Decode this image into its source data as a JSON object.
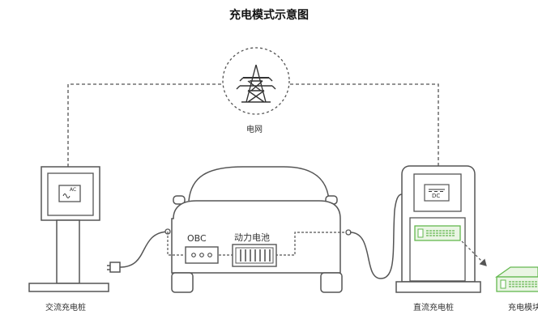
{
  "title": "充电模式示意图",
  "labels": {
    "grid": "电网",
    "ac_pile": "交流充电桩",
    "ac_symbol": "AC",
    "obc": "OBC",
    "battery": "动力电池",
    "dc_symbol": "DC",
    "dc_pile": "直流充电桩",
    "module": "充电模块"
  },
  "colors": {
    "line": "#555555",
    "module_green": "#63b84f",
    "module_fill": "#eaf5e4"
  }
}
